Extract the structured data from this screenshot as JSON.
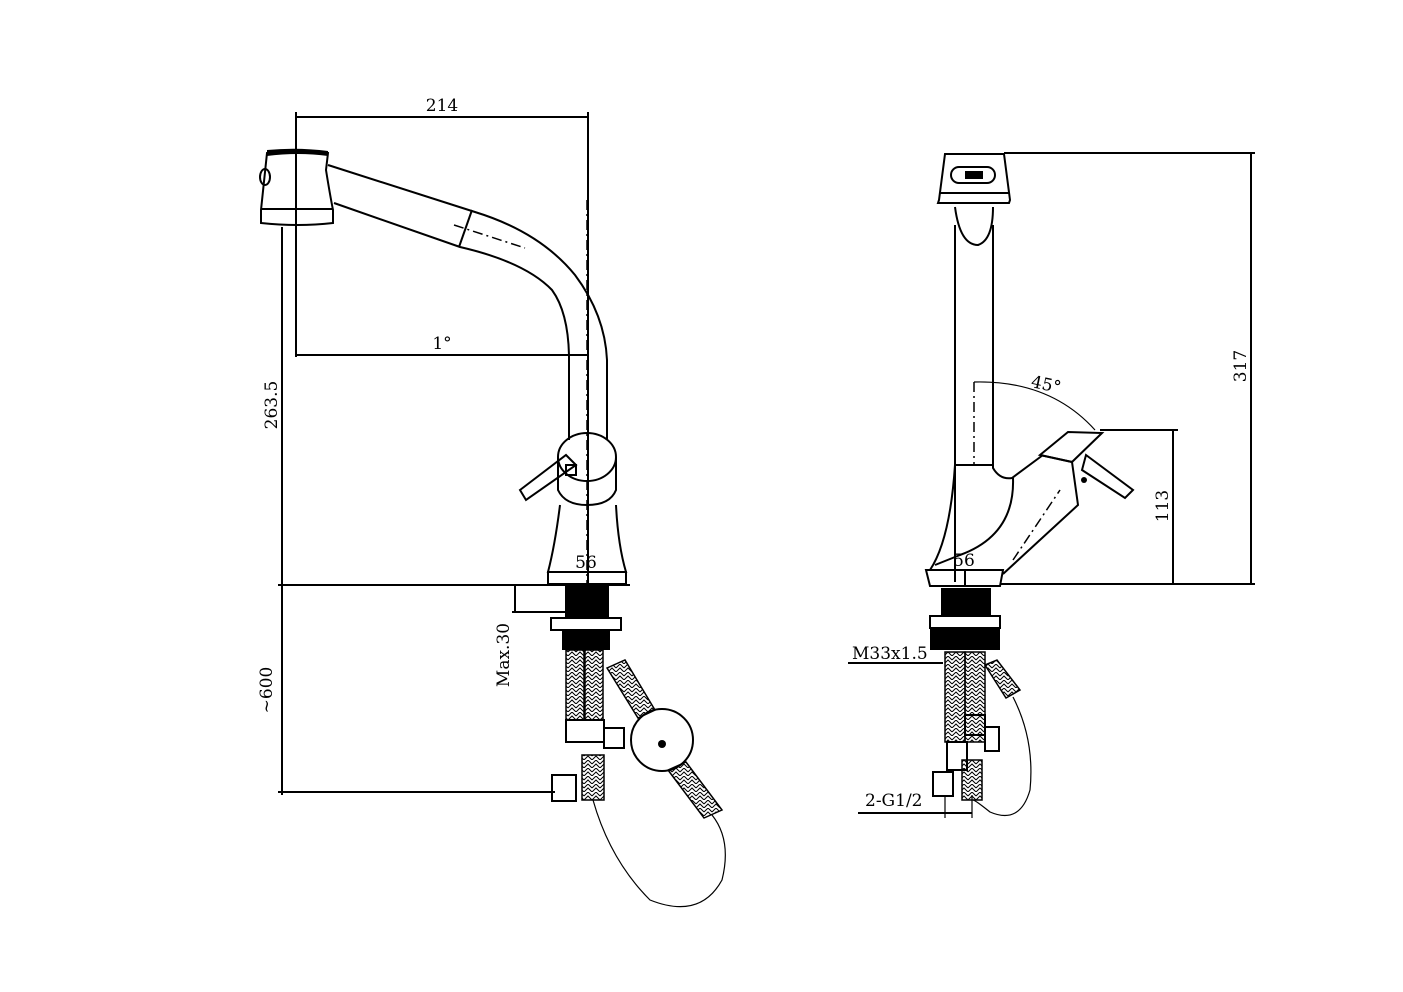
{
  "drawing": {
    "side_view": {
      "width_dimension": "214",
      "spout_angle": "1°",
      "height_dimension": "263.5",
      "base_diameter": "56",
      "max_deck_thickness": "Max.30",
      "hose_length": "~600"
    },
    "front_view": {
      "handle_angle": "45°",
      "total_height": "317",
      "handle_height": "113",
      "base_diameter": "56",
      "thread_spec": "M33x1.5",
      "connection_spec": "2-G1/2"
    }
  }
}
